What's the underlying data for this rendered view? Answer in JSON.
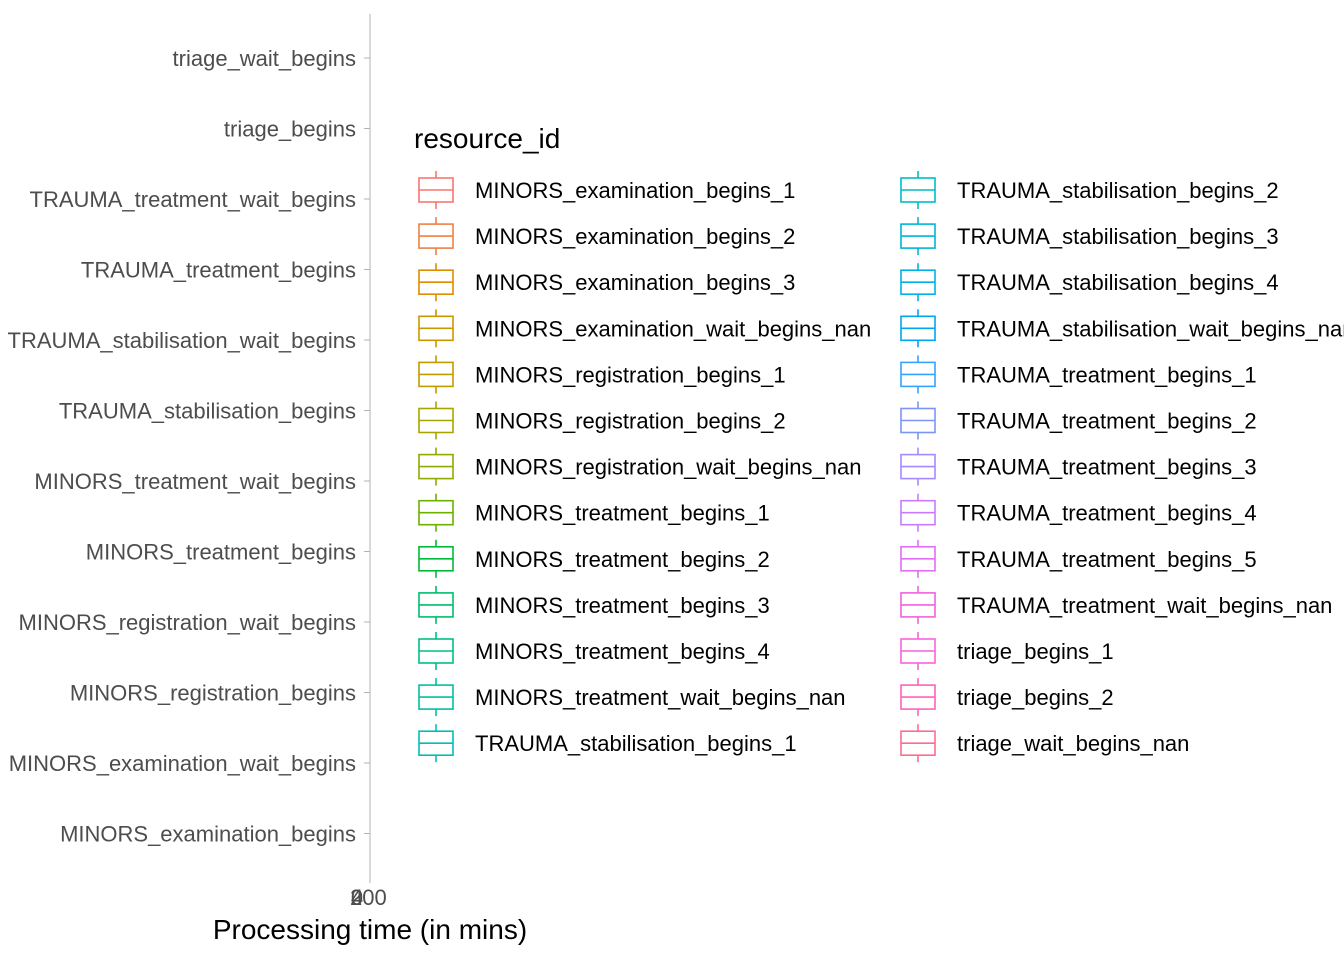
{
  "chart_data": {
    "type": "boxplot",
    "orientation": "horizontal",
    "xlabel": "Processing time (in mins)",
    "x_tick_labels": [
      "0",
      "4",
      "200"
    ],
    "categories": [
      "triage_wait_begins",
      "triage_begins",
      "TRAUMA_treatment_wait_begins",
      "TRAUMA_treatment_begins",
      "TRAUMA_stabilisation_wait_begins",
      "TRAUMA_stabilisation_begins",
      "MINORS_treatment_wait_begins",
      "MINORS_treatment_begins",
      "MINORS_registration_wait_begins",
      "MINORS_registration_begins",
      "MINORS_examination_wait_begins",
      "MINORS_examination_begins"
    ],
    "legend": {
      "title": "resource_id",
      "placement": "right",
      "columns": [
        [
          {
            "label": "MINORS_examination_begins_1",
            "color": "#F8766D"
          },
          {
            "label": "MINORS_examination_begins_2",
            "color": "#EE8043"
          },
          {
            "label": "MINORS_examination_begins_3",
            "color": "#DE8C00"
          },
          {
            "label": "MINORS_examination_wait_begins_nan",
            "color": "#CB9700"
          },
          {
            "label": "MINORS_registration_begins_1",
            "color": "#C09B00"
          },
          {
            "label": "MINORS_registration_begins_2",
            "color": "#A8A400"
          },
          {
            "label": "MINORS_registration_wait_begins_nan",
            "color": "#8FAA00"
          },
          {
            "label": "MINORS_treatment_begins_1",
            "color": "#6BB100"
          },
          {
            "label": "MINORS_treatment_begins_2",
            "color": "#00BA38"
          },
          {
            "label": "MINORS_treatment_begins_3",
            "color": "#00BE6C"
          },
          {
            "label": "MINORS_treatment_begins_4",
            "color": "#00BF86"
          },
          {
            "label": "MINORS_treatment_wait_begins_nan",
            "color": "#00C0A3"
          },
          {
            "label": "TRAUMA_stabilisation_begins_1",
            "color": "#00BFB4"
          }
        ],
        [
          {
            "label": "TRAUMA_stabilisation_begins_2",
            "color": "#00BCC4"
          },
          {
            "label": "TRAUMA_stabilisation_begins_3",
            "color": "#00B6D6"
          },
          {
            "label": "TRAUMA_stabilisation_begins_4",
            "color": "#00B0E6"
          },
          {
            "label": "TRAUMA_stabilisation_wait_begins_nan",
            "color": "#00A5F2"
          },
          {
            "label": "TRAUMA_treatment_begins_1",
            "color": "#35A2FF"
          },
          {
            "label": "TRAUMA_treatment_begins_2",
            "color": "#7C95F5"
          },
          {
            "label": "TRAUMA_treatment_begins_3",
            "color": "#A58AFF"
          },
          {
            "label": "TRAUMA_treatment_begins_4",
            "color": "#C77CFF"
          },
          {
            "label": "TRAUMA_treatment_begins_5",
            "color": "#E26EF7"
          },
          {
            "label": "TRAUMA_treatment_wait_begins_nan",
            "color": "#F062DE"
          },
          {
            "label": "triage_begins_1",
            "color": "#FA62DB"
          },
          {
            "label": "triage_begins_2",
            "color": "#FF62BC"
          },
          {
            "label": "triage_wait_begins_nan",
            "color": "#FF6C91"
          }
        ]
      ]
    },
    "axis_color": "#b3b3b3",
    "grid": false
  }
}
